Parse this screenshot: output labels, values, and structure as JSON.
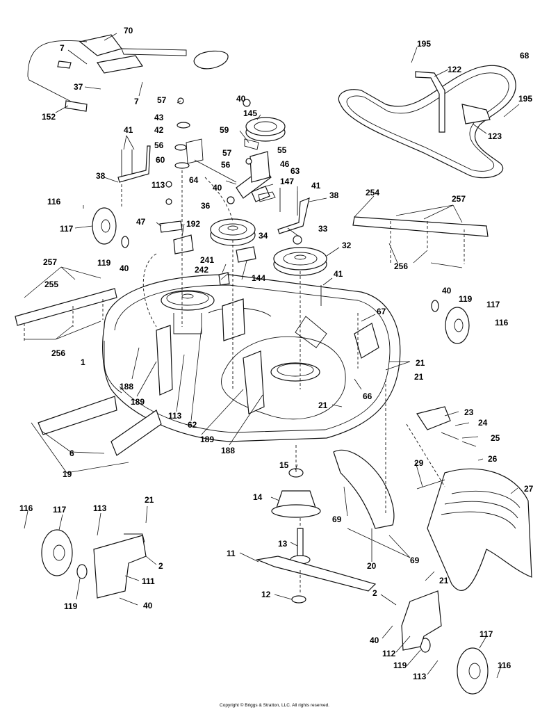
{
  "copyright": "Copyright © Briggs & Stratton, LLC. All rights reserved.",
  "callouts": [
    "70",
    "7",
    "37",
    "7",
    "152",
    "57",
    "43",
    "42",
    "56",
    "60",
    "64",
    "40",
    "145",
    "59",
    "57",
    "55",
    "56",
    "46",
    "63",
    "147",
    "41",
    "38",
    "41",
    "38",
    "113",
    "116",
    "117",
    "47",
    "192",
    "36",
    "40",
    "34",
    "33",
    "32",
    "119",
    "40",
    "241",
    "242",
    "144",
    "41",
    "254",
    "257",
    "256",
    "195",
    "122",
    "68",
    "195",
    "123",
    "257",
    "255",
    "256",
    "67",
    "40",
    "119",
    "117",
    "116",
    "1",
    "188",
    "189",
    "113",
    "62",
    "189",
    "188",
    "21",
    "21",
    "66",
    "21",
    "23",
    "24",
    "25",
    "26",
    "27",
    "29",
    "6",
    "19",
    "15",
    "14",
    "69",
    "69",
    "20",
    "13",
    "11",
    "12",
    "116",
    "117",
    "113",
    "21",
    "2",
    "111",
    "119",
    "40",
    "2",
    "21",
    "40",
    "112",
    "119",
    "113",
    "117",
    "116"
  ]
}
